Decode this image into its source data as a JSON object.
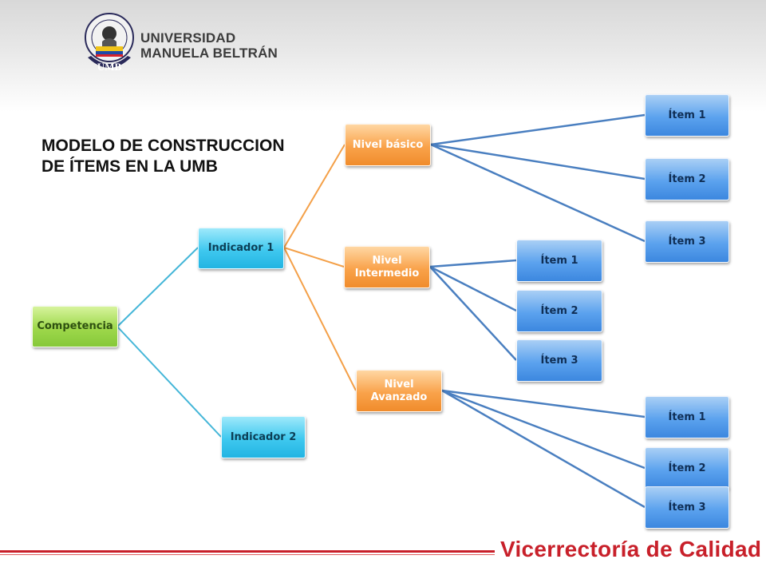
{
  "header": {
    "logo_text": "UNIVERSIDAD MANUELA BELTRÁN UMB",
    "university_line1": "UNIVERSIDAD",
    "university_line2": "MANUELA BELTRÁN"
  },
  "title": {
    "line1": "MODELO DE CONSTRUCCION",
    "line2": "DE ÍTEMS EN LA UMB"
  },
  "diagram": {
    "root": "Competencia",
    "indicators": [
      "Indicador 1",
      "Indicador 2"
    ],
    "levels": [
      "Nivel básico",
      "Nivel Intermedio",
      "Nivel Avanzado"
    ],
    "items_basico": [
      "Ítem 1",
      "Ítem 2",
      "Ítem 3"
    ],
    "items_intermedio": [
      "Ítem 1",
      "Ítem 2",
      "Ítem 3"
    ],
    "items_avanzado": [
      "Ítem 1",
      "Ítem 2",
      "Ítem 3"
    ]
  },
  "footer": {
    "label": "Vicerrectoría de Calidad"
  },
  "colors": {
    "root": "#9ed84b",
    "indicator": "#3fc8ef",
    "level": "#f9a24a",
    "item": "#5ba2ee",
    "accent": "#c8202a"
  }
}
